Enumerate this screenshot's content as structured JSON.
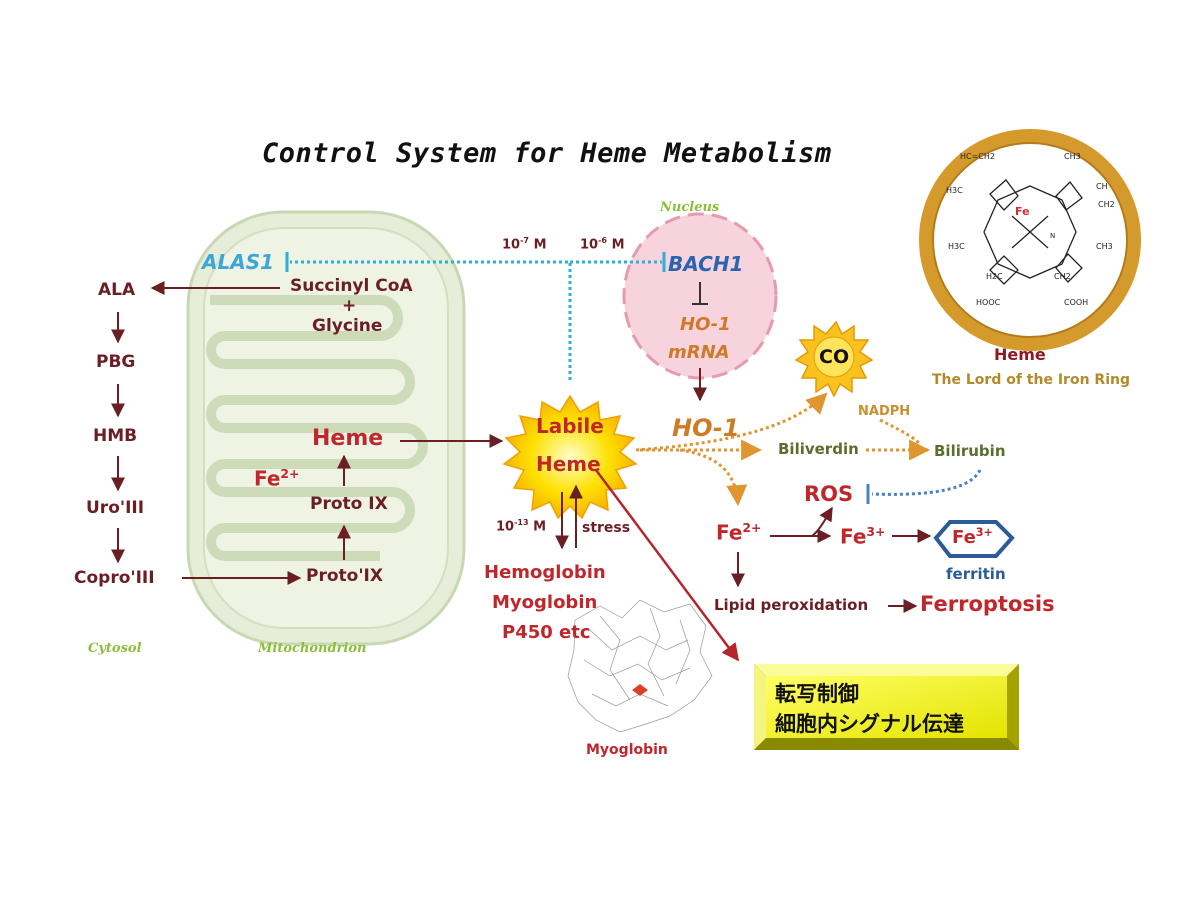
{
  "title": "Control System for Heme Metabolism",
  "compartments": {
    "nucleus": "Nucleus",
    "cytosol": "Cytosol",
    "mitochondrion": "Mitochondrion"
  },
  "regulators": {
    "alas1": "ALAS1",
    "bach1": "BACH1",
    "conc_alas1": "10",
    "conc_alas1_exp": "-7",
    "conc_alas1_unit": " M",
    "conc_bach1": "10",
    "conc_bach1_exp": "-6",
    "conc_bach1_unit": " M"
  },
  "cytosol_pathway": [
    "ALA",
    "PBG",
    "HMB",
    "Uro'III",
    "Copro'III"
  ],
  "mitochondria": {
    "succinyl": "Succinyl CoA",
    "plus": "+",
    "glycine": "Glycine",
    "heme": "Heme",
    "fe": "Fe",
    "fe_charge": "2+",
    "proto9": "Proto IX",
    "proto_prime": "Proto'IX"
  },
  "labile_heme": {
    "line1": "Labile",
    "line2": "Heme"
  },
  "nucleus_content": {
    "ho1_mrna_1": "HO-1",
    "ho1_mrna_2": "mRNA"
  },
  "ho1": "HO-1",
  "co": "CO",
  "nadph": "NADPH",
  "biliverdin": "Biliverdin",
  "bilirubin": "Bilirubin",
  "ros": "ROS",
  "iron": {
    "fe2": "Fe",
    "fe2_charge": "2+",
    "fe3": "Fe",
    "fe3_charge": "3+",
    "ferritin_fe": "Fe",
    "ferritin_charge": "3+",
    "ferritin": "ferritin",
    "lipid": "Lipid peroxidation",
    "ferroptosis": "Ferroptosis"
  },
  "hemoproteins": {
    "conc": "10",
    "conc_exp": "-13",
    "conc_unit": " M",
    "stress": "stress",
    "items": [
      "Hemoglobin",
      "Myoglobin",
      "P450 etc"
    ]
  },
  "myoglobin_caption": "Myoglobin",
  "heme_structure": {
    "name": "Heme",
    "subtitle": "The Lord of the Iron Ring",
    "center_atom": "Fe",
    "groups": [
      "HC=CH2",
      "CH3",
      "H3C",
      "CH",
      "CH2",
      "N",
      "H3C",
      "CH3",
      "H2C",
      "CH2",
      "HOOC",
      "COOH"
    ]
  },
  "notice": {
    "line1": "転写制御",
    "line2": "細胞内シグナル伝達"
  },
  "colors": {
    "pathway_brown": "#6b1f25",
    "heme_red": "#c0272d",
    "dotted_blue": "#2bb0d6",
    "dotted_orange": "#e0962e",
    "notice_yellow": "#f5f51a",
    "ring_gold": "#d59a2c"
  }
}
